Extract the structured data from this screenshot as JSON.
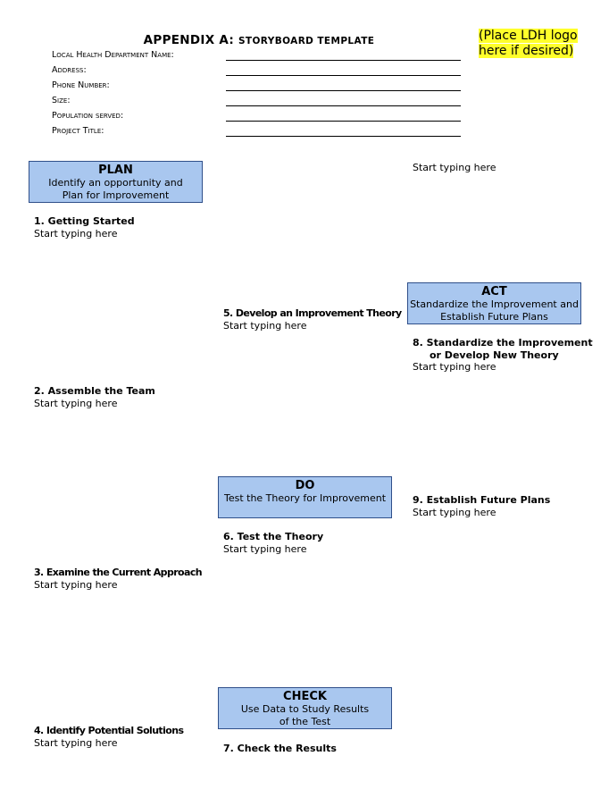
{
  "header": {
    "title_main": "APPENDIX A:",
    "title_sub": "STORYBOARD TEMPLATE",
    "logo_note_line1": "(Place LDH logo",
    "logo_note_line2": "here if desired)"
  },
  "fields": [
    {
      "label": "Local Health Department Name:",
      "value": ""
    },
    {
      "label": "Address:",
      "value": ""
    },
    {
      "label": "Phone Number:",
      "value": ""
    },
    {
      "label": "Size:",
      "value": ""
    },
    {
      "label": "Population served:",
      "value": ""
    },
    {
      "label": "Project Title:",
      "value": ""
    }
  ],
  "phases": {
    "plan": {
      "title": "PLAN",
      "desc1": "Identify an opportunity and",
      "desc2": "Plan for Improvement"
    },
    "act": {
      "title": "ACT",
      "desc1": "Standardize the Improvement and",
      "desc2": "Establish Future Plans"
    },
    "do": {
      "title": "DO",
      "desc1": "Test the Theory for Improvement"
    },
    "check": {
      "title": "CHECK",
      "desc1": "Use Data to Study Results",
      "desc2": "of the Test"
    }
  },
  "placeholder": "Start typing here",
  "sections": {
    "s1": "1.  Getting Started",
    "s2": "2.  Assemble the Team",
    "s3": "3.  Examine the Current Approach",
    "s4": "4.  Identify Potential Solutions",
    "s5": "5.  Develop an Improvement Theory",
    "s6": "6.  Test the Theory",
    "s7": "7.  Check the Results",
    "s8_line1": "8.  Standardize the Improvement",
    "s8_line2": "or  Develop New Theory",
    "s9": "9.  Establish Future Plans"
  }
}
